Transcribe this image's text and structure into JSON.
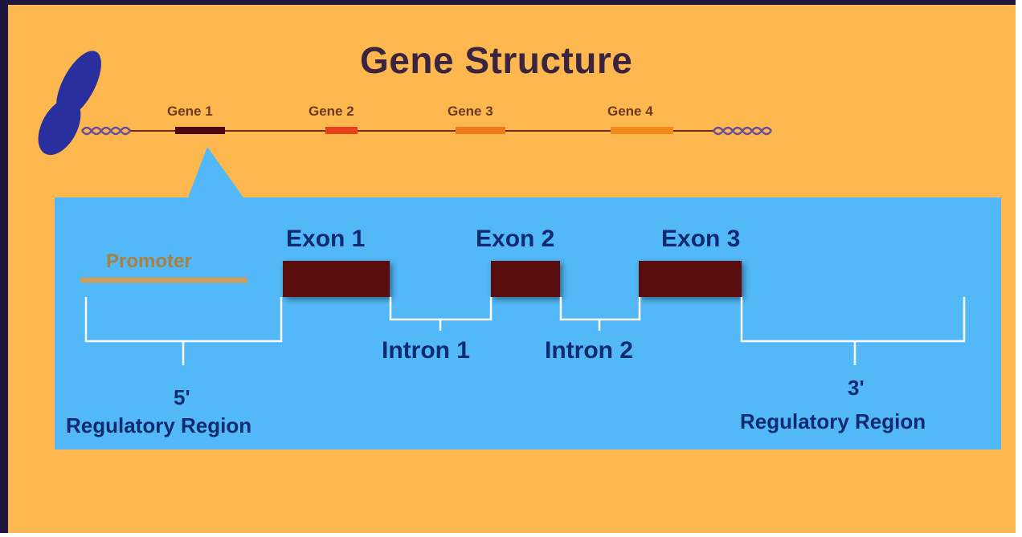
{
  "diagram": {
    "title": "Gene Structure",
    "genes": [
      {
        "label": "Gene 1",
        "color": "#4a0a10"
      },
      {
        "label": "Gene 2",
        "color": "#e8401a"
      },
      {
        "label": "Gene 3",
        "color": "#f07a1a"
      },
      {
        "label": "Gene 4",
        "color": "#f58a18"
      }
    ],
    "promoter_label": "Promoter",
    "exons": [
      "Exon 1",
      "Exon 2",
      "Exon 3"
    ],
    "introns": [
      "Intron 1",
      "Intron 2"
    ],
    "five_prime_region": {
      "prime": "5'",
      "label": "Regulatory Region"
    },
    "three_prime_region": {
      "prime": "3'",
      "label": "Regulatory Region"
    },
    "colors": {
      "background": "#fcb84e",
      "frame": "#1f1640",
      "detail_panel": "#52b8f7",
      "exon": "#5a0a0e",
      "promoter": "#c9a060",
      "bracket": "#ffffff",
      "chromosome": "#2a2f9e"
    }
  }
}
